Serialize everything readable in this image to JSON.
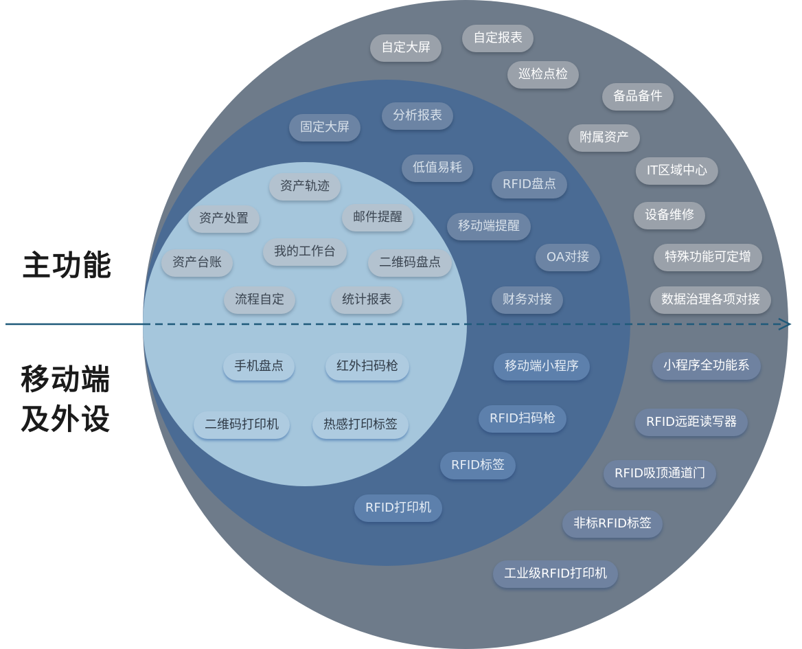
{
  "labels": {
    "main": "主功能",
    "mobile_line1": "移动端",
    "mobile_line2": "及外设"
  },
  "outer_top": [
    "自定大屏",
    "自定报表",
    "巡检点检",
    "备品备件",
    "附属资产",
    "IT区域中心",
    "设备维修",
    "特殊功能可定增",
    "数据治理各项对接"
  ],
  "mid_top": [
    "固定大屏",
    "分析报表",
    "低值易耗",
    "RFID盘点",
    "移动端提醒",
    "OA对接",
    "财务对接"
  ],
  "inner_top": [
    "资产轨迹",
    "资产处置",
    "邮件提醒",
    "我的工作台",
    "资产台账",
    "二维码盘点",
    "流程自定",
    "统计报表"
  ],
  "inner_bottom": [
    "手机盘点",
    "红外扫码枪",
    "二维码打印机",
    "热感打印标签"
  ],
  "mid_bottom": [
    "移动端小程序",
    "RFID扫码枪",
    "RFID标签",
    "RFID打印机"
  ],
  "outer_bottom": [
    "小程序全功能系",
    "RFID远距读写器",
    "RFID吸顶通道门",
    "非标RFID标签",
    "工业级RFID打印机"
  ],
  "colors": {
    "outer_ring": "#6e7b8a",
    "middle_ring": "#4a6b94",
    "inner_circle": "#a5c6dc",
    "axis_line": "#1f5a7a"
  }
}
